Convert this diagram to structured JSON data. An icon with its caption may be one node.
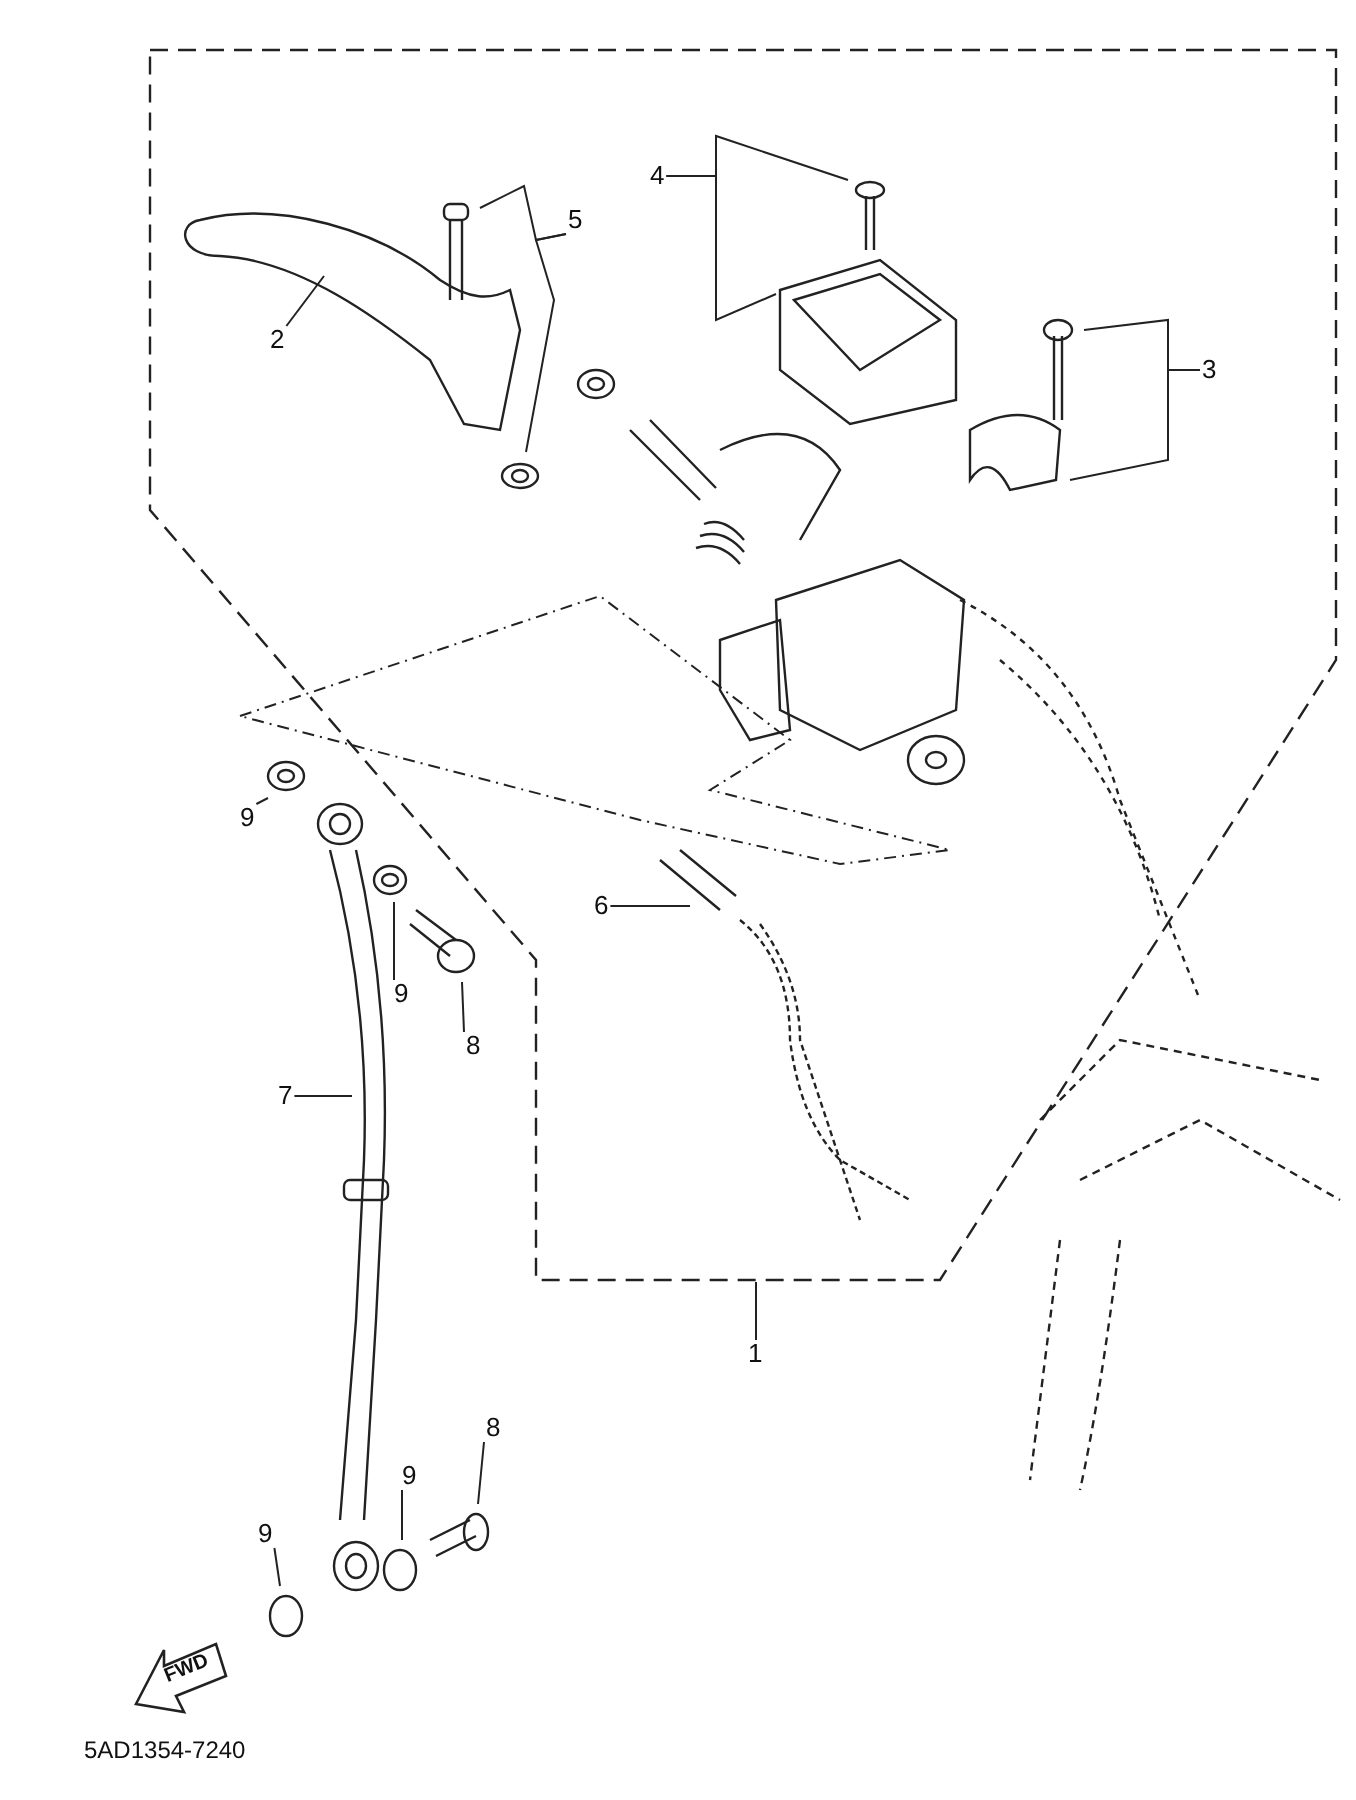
{
  "diagram": {
    "nodes": [
      {
        "text": [
          "4"
        ]
      },
      {
        "text": [
          "5"
        ]
      },
      {
        "text": [
          "2"
        ]
      },
      {
        "text": [
          "3"
        ]
      },
      {
        "text": [
          "9"
        ]
      },
      {
        "text": [
          "6"
        ]
      },
      {
        "text": [
          "9"
        ]
      },
      {
        "text": [
          "8"
        ]
      },
      {
        "text": [
          "7"
        ]
      },
      {
        "text": [
          "1"
        ]
      },
      {
        "text": [
          "8"
        ]
      },
      {
        "text": [
          "9"
        ]
      },
      {
        "text": [
          "9"
        ]
      }
    ],
    "edges": [
      {
        "from": 0,
        "to": null,
        "arrow": "none"
      },
      {
        "from": 0,
        "to": null,
        "arrow": "none"
      },
      {
        "from": 1,
        "to": null,
        "arrow": "none"
      },
      {
        "from": 1,
        "to": null,
        "arrow": "none"
      },
      {
        "from": 2,
        "to": null,
        "arrow": "none"
      },
      {
        "from": 3,
        "to": null,
        "arrow": "none"
      },
      {
        "from": 3,
        "to": null,
        "arrow": "none"
      },
      {
        "from": 4,
        "to": null,
        "arrow": "none"
      },
      {
        "from": 5,
        "to": null,
        "arrow": "none"
      },
      {
        "from": 6,
        "to": null,
        "arrow": "none"
      },
      {
        "from": 7,
        "to": null,
        "arrow": "none"
      },
      {
        "from": 8,
        "to": null,
        "arrow": "none"
      },
      {
        "from": 9,
        "to": null,
        "arrow": "none"
      },
      {
        "from": 10,
        "to": null,
        "arrow": "none"
      },
      {
        "from": 11,
        "to": null,
        "arrow": "none"
      },
      {
        "from": 12,
        "to": null,
        "arrow": "none"
      }
    ],
    "labels": [
      "FWD",
      "5AD1354-7240"
    ]
  }
}
